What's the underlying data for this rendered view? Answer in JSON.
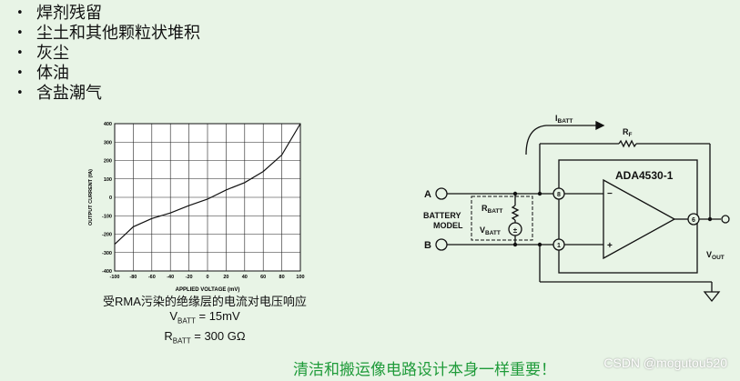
{
  "bullets": [
    "焊剂残留",
    "尘土和其他颗粒状堆积",
    "灰尘",
    "体油",
    "含盐潮气"
  ],
  "bullet_glyph": "•",
  "chart_data": {
    "type": "line",
    "xlabel": "APPLIED VOLTAGE (mV)",
    "ylabel": "OUTPUT CURRENT (fA)",
    "xlim": [
      -100,
      100
    ],
    "ylim": [
      -400,
      400
    ],
    "x_ticks": [
      -100,
      -80,
      -60,
      -40,
      -20,
      0,
      20,
      40,
      60,
      80,
      100
    ],
    "y_ticks": [
      400,
      300,
      200,
      100,
      0,
      -100,
      -200,
      -300,
      -400
    ],
    "grid": true,
    "series": [
      {
        "x": [
          -100,
          -80,
          -60,
          -40,
          -20,
          0,
          20,
          40,
          60,
          80,
          100
        ],
        "y": [
          -255,
          -160,
          -115,
          -85,
          -45,
          -10,
          40,
          80,
          140,
          230,
          400
        ]
      }
    ]
  },
  "caption": {
    "title": "受RMA污染的绝缘层的电流对电压响应",
    "v_main": "V",
    "v_sub": "BATT",
    "v_rest": " = 15mV",
    "r_main": "R",
    "r_sub": "BATT",
    "r_rest": " = 300 GΩ"
  },
  "circuit": {
    "node_a": "A",
    "node_b": "B",
    "battery_model_line1": "BATTERY",
    "battery_model_line2": "MODEL",
    "rbatt_main": "R",
    "rbatt_sub": "BATT",
    "vbatt_main": "V",
    "vbatt_sub": "BATT",
    "ibatt_main": "I",
    "ibatt_sub": "BATT",
    "rf_main": "R",
    "rf_sub": "F",
    "chip": "ADA4530-1",
    "pin_in_neg": "8",
    "pin_in_pos": "1",
    "pin_out": "6",
    "minus": "−",
    "plus": "+",
    "vout_main": "V",
    "vout_sub": "OUT"
  },
  "footer": "清洁和搬运像电路设计本身一样重要！",
  "watermark": "CSDN @mogutou520"
}
